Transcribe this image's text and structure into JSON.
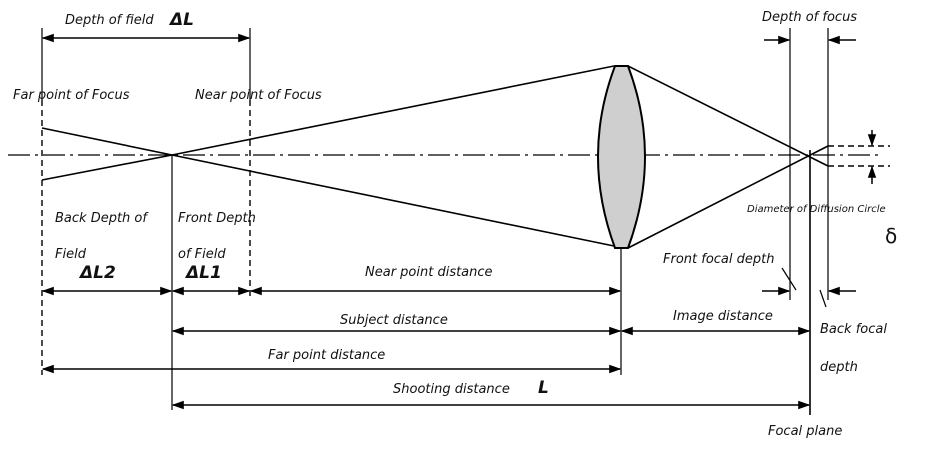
{
  "labels": {
    "depth_of_field": "Depth of field",
    "depth_of_field_symbol": "ΔL",
    "far_point_of_focus": "Far point of Focus",
    "near_point_of_focus": "Near point of Focus",
    "back_depth_of_field_line1": "Back Depth of",
    "back_depth_of_field_line2": "Field",
    "back_depth_symbol": "ΔL2",
    "front_depth_of_field_line1": "Front Depth",
    "front_depth_of_field_line2": "of Field",
    "front_depth_symbol": "ΔL1",
    "near_point_distance": "Near point distance",
    "subject_distance": "Subject distance",
    "far_point_distance": "Far point distance",
    "shooting_distance": "Shooting distance",
    "shooting_distance_symbol": "L",
    "depth_of_focus": "Depth of focus",
    "diameter_of_diffusion_circle": "Diameter of Diffusion Circle",
    "diffusion_symbol": "δ",
    "front_focal_depth": "Front focal depth",
    "image_distance": "Image distance",
    "back_focal_depth_line1": "Back focal",
    "back_focal_depth_line2": "depth",
    "focal_plane": "Focal plane"
  }
}
